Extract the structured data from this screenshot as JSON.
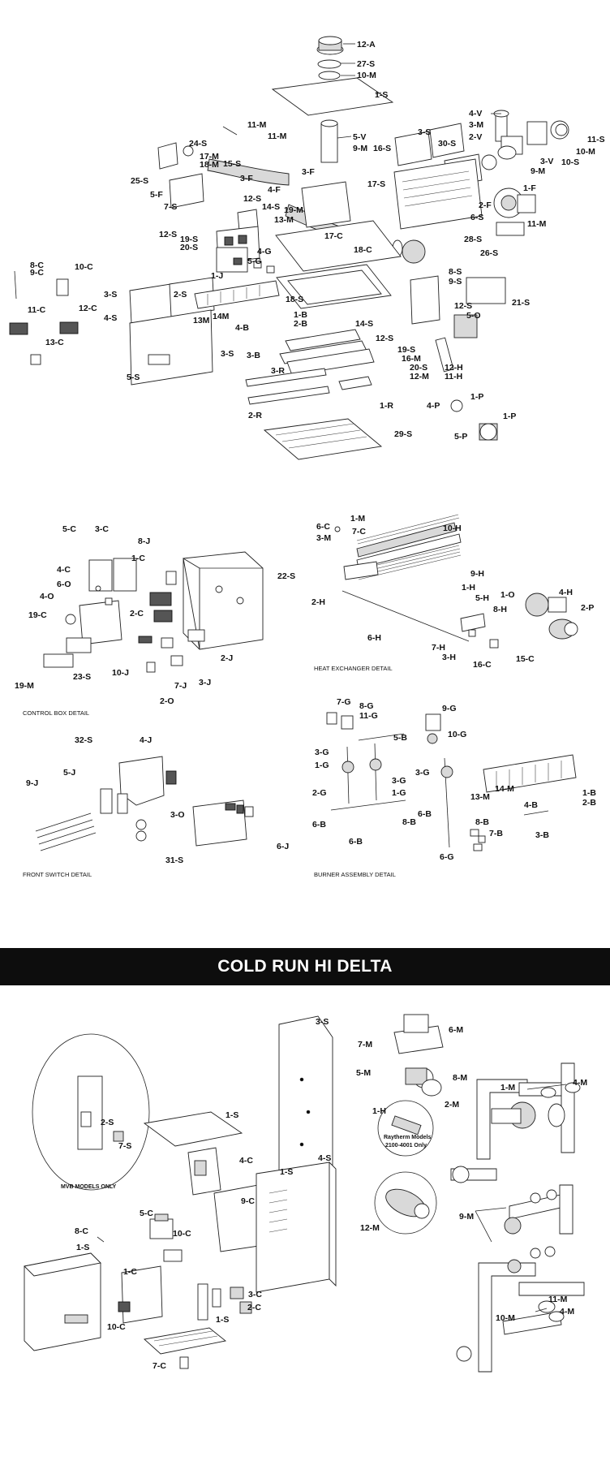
{
  "section_title": "COLD RUN HI DELTA",
  "captions": {
    "control_box": "CONTROL BOX DETAIL",
    "heat_exchanger": "HEAT EXCHANGER DETAIL",
    "front_switch": "FRONT SWITCH DETAIL",
    "burner_assembly": "BURNER ASSEMBLY DETAIL"
  },
  "inset_labels": {
    "mvb": "MVB MODELS ONLY",
    "raytherm_line1": "Raytherm Models",
    "raytherm_line2": "2100-4001 Only"
  },
  "callouts": {
    "main": [
      "12-A",
      "27-S",
      "10-M",
      "1-S",
      "5-V",
      "9-M",
      "16-S",
      "3-S",
      "30-S",
      "4-V",
      "3-M",
      "2-V",
      "11-S",
      "10-M",
      "10-S",
      "3-V",
      "9-M",
      "11-M",
      "24-S",
      "17-M",
      "18-M",
      "15-S",
      "3-F",
      "11-M",
      "25-S",
      "5-F",
      "7-S",
      "12-S",
      "17-S",
      "2-F",
      "1-F",
      "6-S",
      "11-M",
      "4-F",
      "3-F",
      "19-M",
      "13-M",
      "14-S",
      "12-S",
      "19-S",
      "20-S",
      "4-G",
      "5-G",
      "17-C",
      "18-C",
      "28-S",
      "26-S",
      "1-J",
      "8-C",
      "9-C",
      "10-C",
      "11-C",
      "12-C",
      "13-C",
      "3-S",
      "2-S",
      "4-S",
      "13M",
      "14M",
      "1-B",
      "2-B",
      "4-B",
      "3-S",
      "3-B",
      "18-S",
      "8-S",
      "9-S",
      "21-S",
      "12-S",
      "5-O",
      "14-S",
      "12-S",
      "19-S",
      "16-M",
      "20-S",
      "12-M",
      "12-H",
      "11-H",
      "5-S",
      "3-R",
      "1-R",
      "2-R",
      "4-P",
      "1-P",
      "1-P",
      "5-P",
      "29-S"
    ],
    "control_box": [
      "5-C",
      "3-C",
      "8-J",
      "1-C",
      "22-S",
      "4-C",
      "6-O",
      "4-O",
      "19-C",
      "2-C",
      "23-S",
      "10-J",
      "7-J",
      "2-J",
      "3-J",
      "2-O",
      "19-M"
    ],
    "heat_exchanger": [
      "6-C",
      "1-M",
      "3-M",
      "7-C",
      "10-H",
      "9-H",
      "1-H",
      "5-H",
      "1-O",
      "8-H",
      "2-H",
      "4-H",
      "2-P",
      "6-H",
      "7-H",
      "3-H",
      "16-C",
      "15-C"
    ],
    "front_switch": [
      "32-S",
      "4-J",
      "5-J",
      "9-J",
      "3-O",
      "31-S",
      "6-J"
    ],
    "burner_assembly": [
      "7-G",
      "8-G",
      "11-G",
      "9-G",
      "10-G",
      "5-B",
      "3-G",
      "1-G",
      "3-G",
      "1-G",
      "2-G",
      "3-G",
      "1-B",
      "2-B",
      "13-M",
      "14-M",
      "4-B",
      "6-B",
      "8-B",
      "6-B",
      "8-B",
      "7-B",
      "3-B",
      "6-B",
      "6-G"
    ],
    "cold_run": [
      "3-S",
      "6-M",
      "7-M",
      "5-M",
      "8-M",
      "1-H",
      "2-M",
      "1-M",
      "4-M",
      "1-S",
      "2-S",
      "7-S",
      "4-C",
      "9-C",
      "1-S",
      "4-S",
      "5-C",
      "10-C",
      "8-C",
      "1-S",
      "1-C",
      "3-C",
      "2-C",
      "10-C",
      "1-S",
      "7-C",
      "12-M",
      "9-M",
      "11-M",
      "4-M",
      "10-M"
    ]
  }
}
